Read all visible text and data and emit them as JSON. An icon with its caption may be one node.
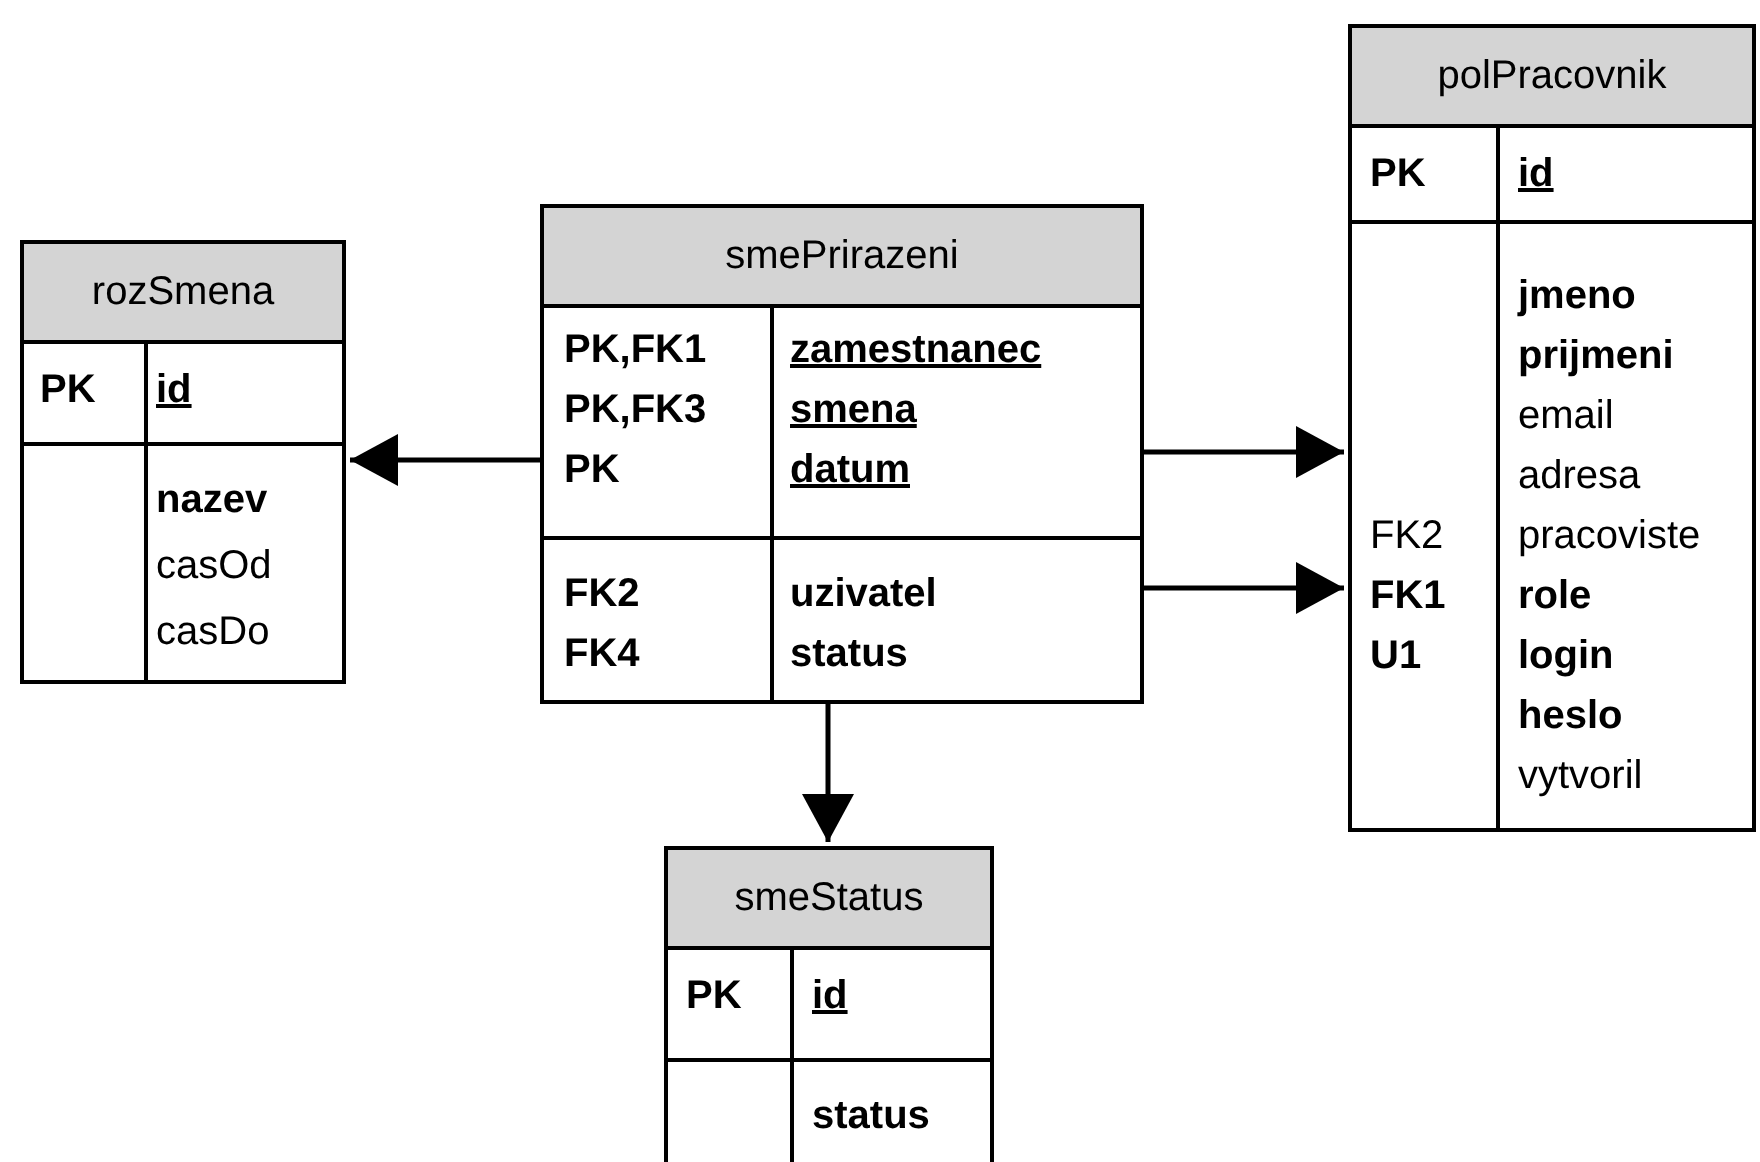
{
  "diagram": {
    "nodes": [
      {
        "text": [
          "rozSmena"
        ]
      },
      {
        "text": [
          "PK"
        ],
        "in": 0
      },
      {
        "text": [
          "id"
        ],
        "in": 0
      },
      {
        "text": [
          "nazev",
          "casOd",
          "casDo"
        ],
        "in": 0
      },
      {
        "text": [
          "smePrirazeni"
        ]
      },
      {
        "text": [
          "PK,FK1",
          "PK,FK3",
          "PK"
        ],
        "in": 4
      },
      {
        "text": [
          "zamestnanec",
          "smena",
          "datum"
        ],
        "in": 4
      },
      {
        "text": [
          "FK2",
          "FK4"
        ],
        "in": 4
      },
      {
        "text": [
          "uzivatel",
          "status"
        ],
        "in": 4
      },
      {
        "text": [
          "smeStatus"
        ]
      },
      {
        "text": [
          "PK"
        ],
        "in": 9
      },
      {
        "text": [
          "id"
        ],
        "in": 9
      },
      {
        "text": [
          "status"
        ],
        "in": 9
      },
      {
        "text": [
          "polPracovnik"
        ]
      },
      {
        "text": [
          "PK"
        ],
        "in": 13
      },
      {
        "text": [
          "id"
        ],
        "in": 13
      },
      {
        "text": [
          "FK2",
          "FK1",
          "U1"
        ],
        "in": 13
      },
      {
        "text": [
          "jmeno",
          "prijmeni",
          "email",
          "adresa",
          "pracoviste",
          "role",
          "login",
          "heslo",
          "vytvoril"
        ],
        "in": 13
      }
    ],
    "edges": [
      {
        "from": 4,
        "to": 0,
        "arrow": "to"
      },
      {
        "from": 4,
        "to": 13,
        "arrow": "to"
      },
      {
        "from": 4,
        "to": 13,
        "arrow": "to"
      },
      {
        "from": 4,
        "to": 9,
        "arrow": "to"
      }
    ]
  }
}
